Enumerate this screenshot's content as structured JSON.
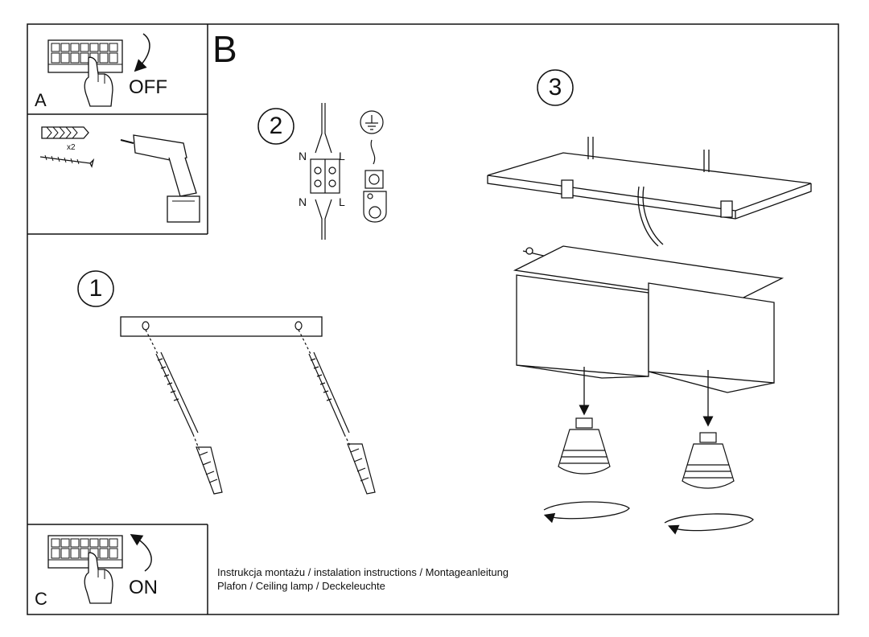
{
  "panels": {
    "a": {
      "letter": "A",
      "switch_label": "OFF"
    },
    "tools": {
      "quantity": "x2"
    },
    "b": {
      "letter": "B"
    },
    "c": {
      "letter": "C",
      "switch_label": "ON"
    }
  },
  "steps": {
    "one": "1",
    "two": "2",
    "three": "3"
  },
  "wiring": {
    "top_left": "N",
    "top_right": "L",
    "bottom_left": "N",
    "bottom_right": "L"
  },
  "captions": {
    "line1": "Instrukcja montażu / instalation instructions / Montageanleitung",
    "line2": "Plafon / Ceiling lamp / Deckeleuchte"
  }
}
